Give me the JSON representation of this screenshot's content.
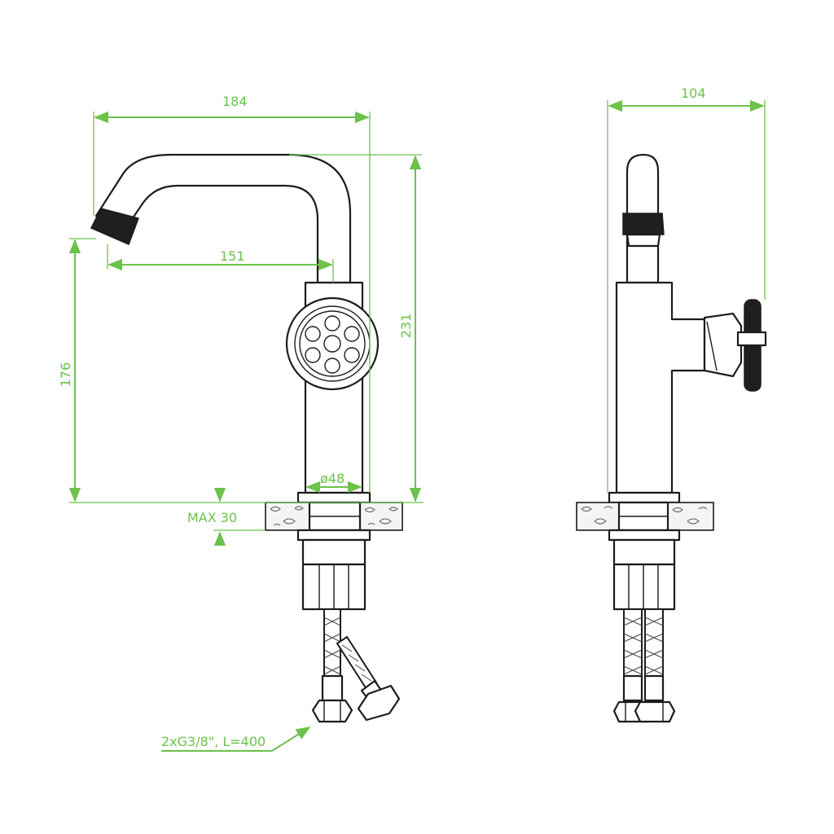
{
  "dimensions": {
    "front_width": "184",
    "spout_reach": "151",
    "outlet_height": "176",
    "total_height": "231",
    "base_diameter": "ø48",
    "max_counter_thickness": "MAX 30",
    "hose_spec": "2xG3/8\", L=400",
    "side_width": "104"
  },
  "colors": {
    "dimension_line": "#6cc24a",
    "outline": "#1c1c1c",
    "background": "#ffffff"
  }
}
